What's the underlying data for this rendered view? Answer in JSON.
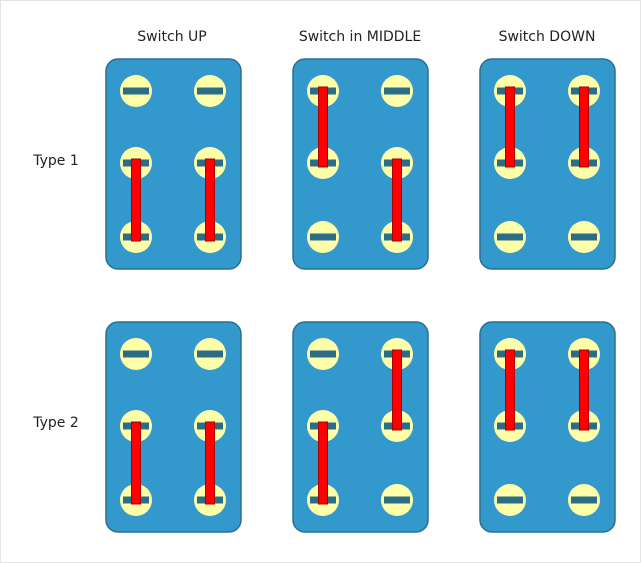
{
  "columns": [
    {
      "label": "Switch UP",
      "position": "up"
    },
    {
      "label": "Switch in MIDDLE",
      "position": "middle"
    },
    {
      "label": "Switch DOWN",
      "position": "down"
    }
  ],
  "rows": [
    {
      "label": "Type 1",
      "type": "type1"
    },
    {
      "label": "Type 2",
      "type": "type2"
    }
  ],
  "connections": {
    "type1": {
      "up": [
        {
          "col": 0,
          "from": 1,
          "to": 2
        },
        {
          "col": 1,
          "from": 1,
          "to": 2
        }
      ],
      "middle": [
        {
          "col": 0,
          "from": 0,
          "to": 1
        },
        {
          "col": 1,
          "from": 1,
          "to": 2
        }
      ],
      "down": [
        {
          "col": 0,
          "from": 0,
          "to": 1
        },
        {
          "col": 1,
          "from": 0,
          "to": 1
        }
      ]
    },
    "type2": {
      "up": [
        {
          "col": 0,
          "from": 1,
          "to": 2
        },
        {
          "col": 1,
          "from": 1,
          "to": 2
        }
      ],
      "middle": [
        {
          "col": 0,
          "from": 1,
          "to": 2
        },
        {
          "col": 1,
          "from": 0,
          "to": 1
        }
      ],
      "down": [
        {
          "col": 0,
          "from": 0,
          "to": 1
        },
        {
          "col": 1,
          "from": 0,
          "to": 1
        }
      ]
    }
  },
  "colors": {
    "switch_body": "#3399cc",
    "switch_border": "#2a6f91",
    "terminal": "#ffffaa",
    "terminal_slot": "#2b6d86",
    "connector": "#ff0000",
    "connector_outline": "#aa0000"
  }
}
